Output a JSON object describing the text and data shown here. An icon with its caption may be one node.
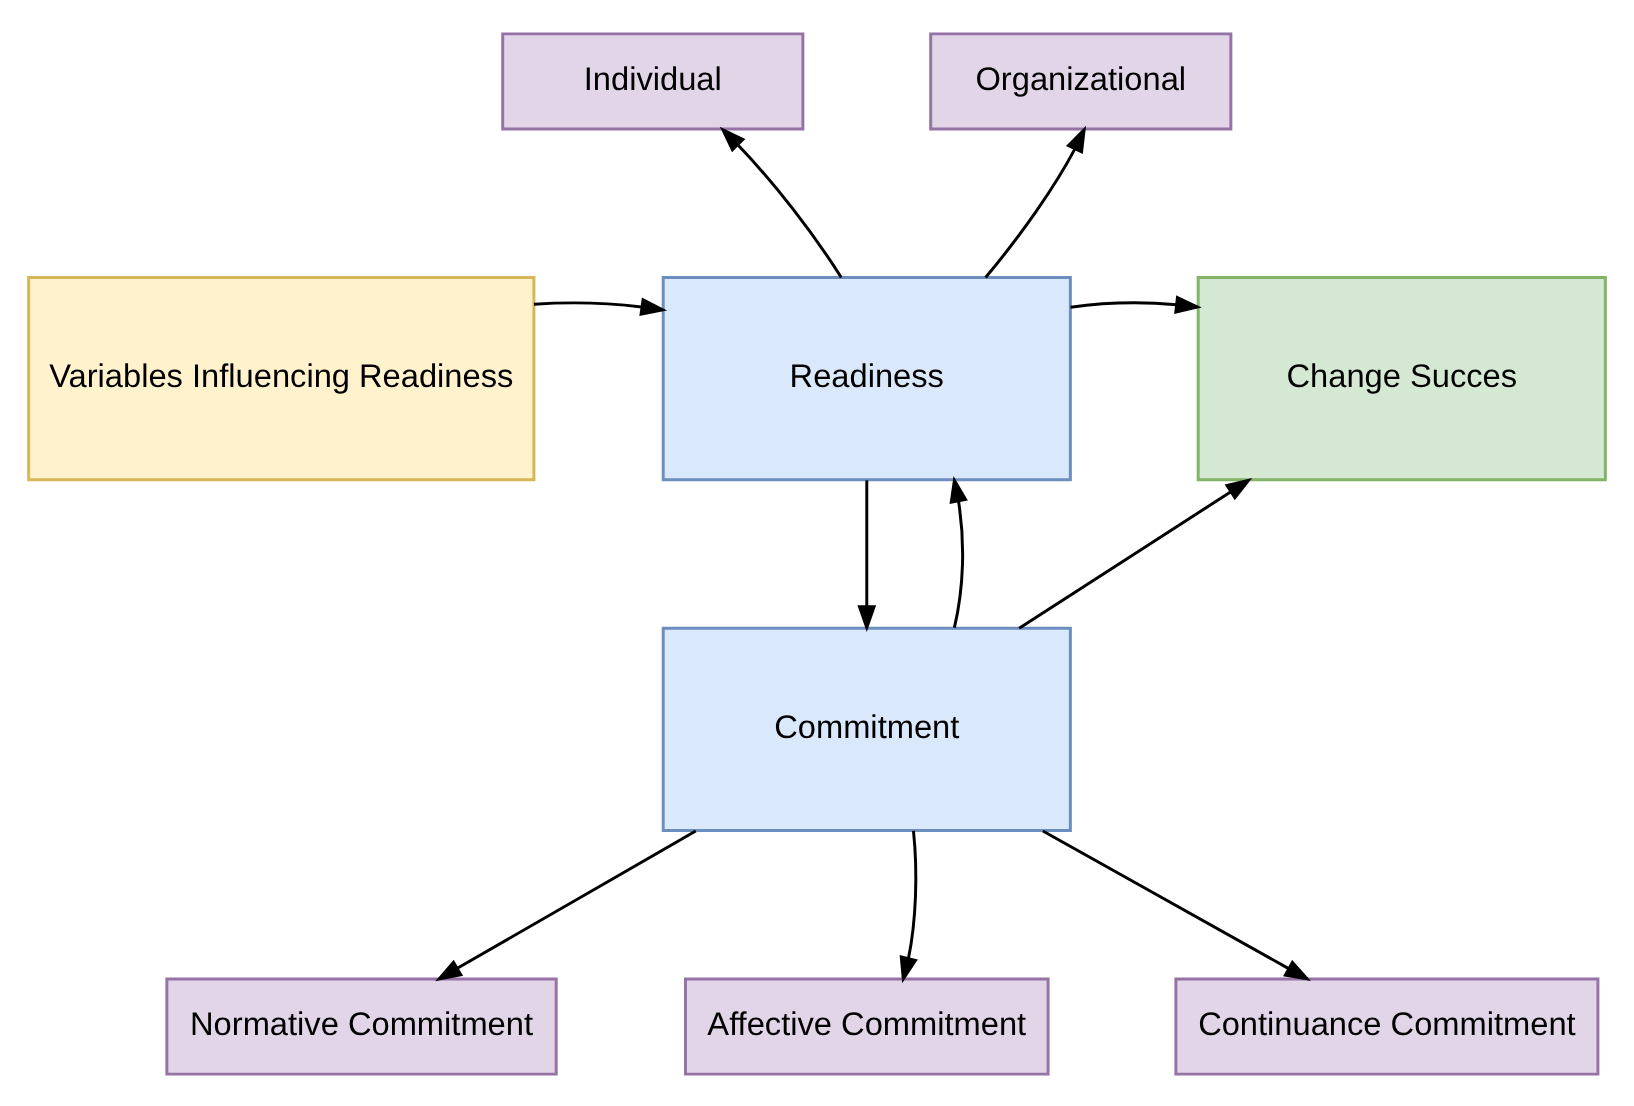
{
  "diagram": {
    "nodes": [
      {
        "text": [
          "Individual"
        ]
      },
      {
        "text": [
          "Organizational"
        ]
      },
      {
        "text": [
          "Variables Influencing Readiness"
        ]
      },
      {
        "text": [
          "Readiness"
        ]
      },
      {
        "text": [
          "Change Succes"
        ]
      },
      {
        "text": [
          "Commitment"
        ]
      },
      {
        "text": [
          "Normative Commitment"
        ]
      },
      {
        "text": [
          "Affective Commitment"
        ]
      },
      {
        "text": [
          "Continuance Commitment"
        ]
      }
    ],
    "edges": [
      {
        "from": 3,
        "to": 0,
        "arrow": "to"
      },
      {
        "from": 3,
        "to": 1,
        "arrow": "to"
      },
      {
        "from": 2,
        "to": 3,
        "arrow": "to"
      },
      {
        "from": 3,
        "to": 4,
        "arrow": "to"
      },
      {
        "from": 3,
        "to": 5,
        "arrow": "to"
      },
      {
        "from": 5,
        "to": 3,
        "arrow": "to"
      },
      {
        "from": 5,
        "to": 4,
        "arrow": "to"
      },
      {
        "from": 5,
        "to": 6,
        "arrow": "to"
      },
      {
        "from": 5,
        "to": 7,
        "arrow": "to"
      },
      {
        "from": 5,
        "to": 8,
        "arrow": "to"
      }
    ]
  }
}
